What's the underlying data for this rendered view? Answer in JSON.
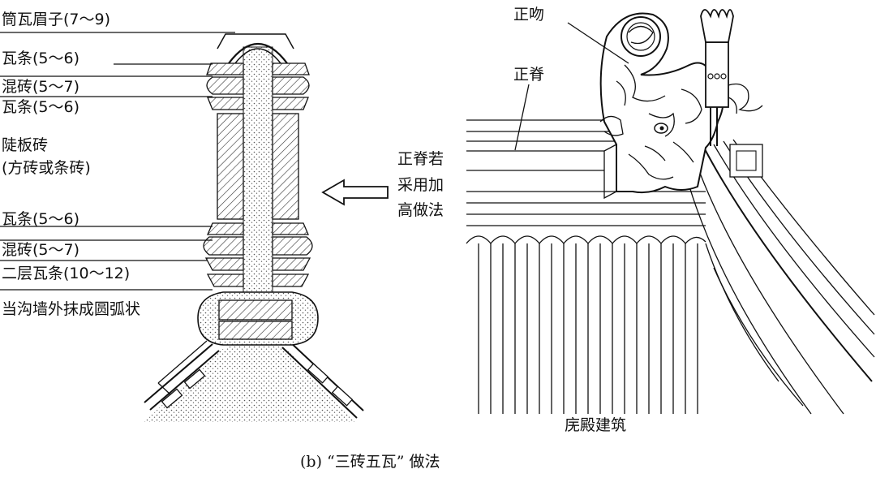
{
  "left_section": {
    "labels": [
      "筒瓦眉子(7～9)",
      "瓦条(5～6)",
      "混砖(5～7)",
      "瓦条(5～6)",
      "陡板砖",
      "(方砖或条砖)",
      "瓦条(5～6)",
      "混砖(5～7)",
      "二层瓦条(10～12)",
      "当沟墙外抹成圆弧状"
    ]
  },
  "right_section": {
    "label_zhengwen": "正吻",
    "label_zhengji": "正脊",
    "label_raise_1": "正脊若",
    "label_raise_2": "采用加",
    "label_raise_3": "高做法",
    "building_label": "庑殿建筑"
  },
  "caption": "(b) “三砖五瓦” 做法"
}
